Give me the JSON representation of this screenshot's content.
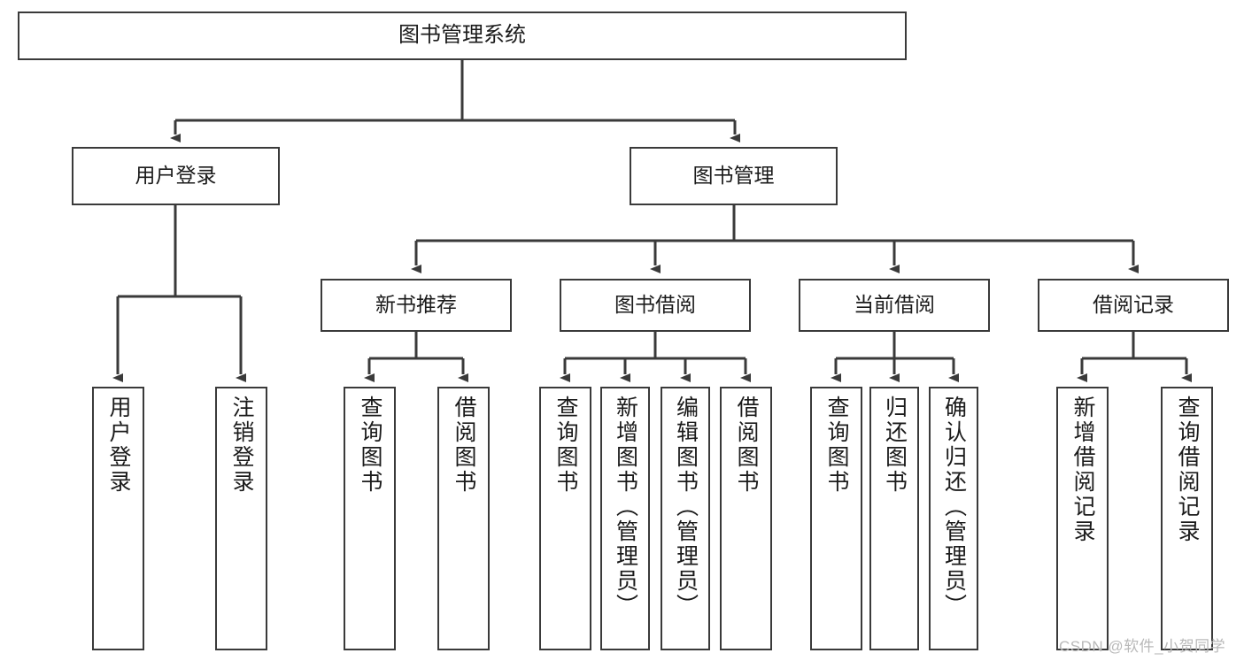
{
  "diagram": {
    "title": "图书管理系统",
    "watermark": "CSDN @软件_小贺同学",
    "colors": {
      "box_border": "#3a3a3a",
      "box_fill": "#ffffff",
      "edge": "#3a3a3a",
      "text": "#1b1b1b",
      "watermark": "#b9b9b9",
      "background": "#ffffff"
    },
    "nodes": {
      "root": "图书管理系统",
      "level2": [
        "用户登录",
        "图书管理"
      ],
      "level3": [
        "新书推荐",
        "图书借阅",
        "当前借阅",
        "借阅记录"
      ],
      "leaves_user_login": [
        "用户登录",
        "注销登录"
      ],
      "leaves_new_book": [
        "查询图书",
        "借阅图书"
      ],
      "leaves_borrow": [
        "查询图书",
        "新增图书（管理员）",
        "编辑图书（管理员）",
        "借阅图书"
      ],
      "leaves_current": [
        "查询图书",
        "归还图书",
        "确认归还（管理员）"
      ],
      "leaves_records": [
        "新增借阅记录",
        "查询借阅记录"
      ]
    }
  }
}
